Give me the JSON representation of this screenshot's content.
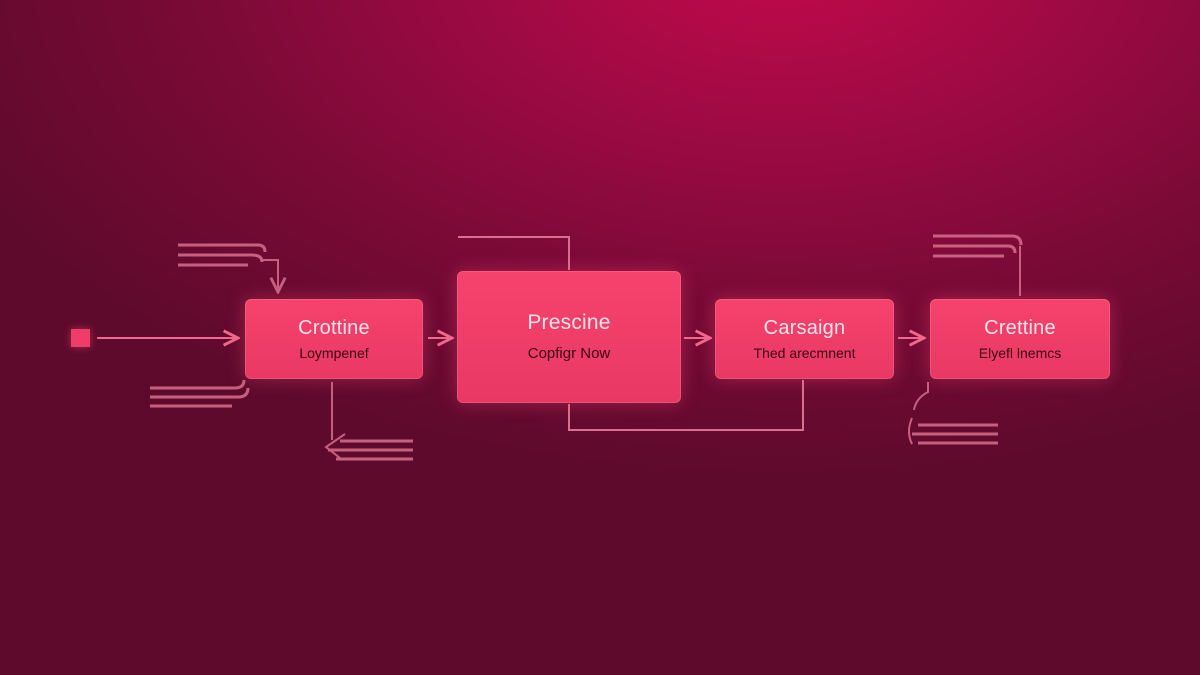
{
  "diagram": {
    "nodes": [
      {
        "id": "n1",
        "title": "Crottine",
        "subtitle": "Loympenef"
      },
      {
        "id": "n2",
        "title": "Prescine",
        "subtitle": "Copfigr Now"
      },
      {
        "id": "n3",
        "title": "Carsaign",
        "subtitle": "Thed arecmnent"
      },
      {
        "id": "n4",
        "title": "Crettine",
        "subtitle": "Elyefl lnemcs"
      }
    ],
    "colors": {
      "background_top": "#c1094a",
      "background_bottom": "#5e0a2c",
      "node_fill": "#f5436d",
      "connector": "#f06a8e",
      "decor_lines": "#d8708e"
    }
  }
}
